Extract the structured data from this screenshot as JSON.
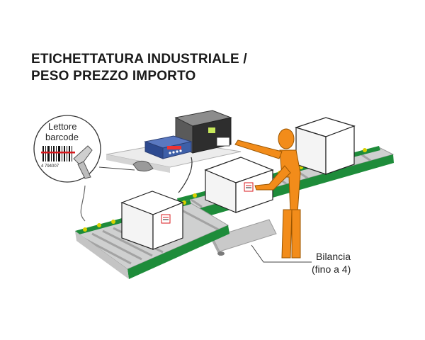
{
  "title": {
    "line1": "ETICHETTATURA INDUSTRIALE /",
    "line2": "PESO PREZZO IMPORTO"
  },
  "callouts": {
    "barcode_reader_line1": "Lettore",
    "barcode_reader_line2": "barcode",
    "scale_line1": "Bilancia",
    "scale_line2": "(fino a 4)",
    "barcode_digits": "4 794007"
  },
  "colors": {
    "conveyor_green": "#1e8c3a",
    "roller_yellow": "#d7d000",
    "person_orange": "#f28c1a",
    "indicator_blue": "#3d5fa8",
    "barcode_red": "#d8191e"
  }
}
